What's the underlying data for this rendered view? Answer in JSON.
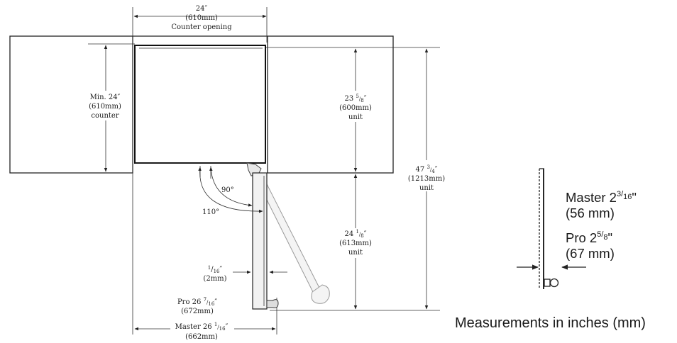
{
  "top_dimension": {
    "value": "24″",
    "metric": "(610mm)",
    "label": "Counter opening"
  },
  "counter_depth": {
    "value": "Min. 24″",
    "metric": "(610mm)",
    "label": "counter"
  },
  "unit_height": {
    "whole": "23",
    "num": "5",
    "den": "8",
    "unit_mark": "″",
    "metric": "(600mm)",
    "label": "unit"
  },
  "door_drop": {
    "whole": "24",
    "num": "1",
    "den": "8",
    "unit_mark": "″",
    "metric": "(613mm)",
    "label": "unit"
  },
  "total_height": {
    "whole": "47",
    "num": "3",
    "den": "4",
    "unit_mark": "″",
    "metric": "(1213mm)",
    "label": "unit"
  },
  "angles": {
    "a90": "90°",
    "a110": "110°"
  },
  "gap": {
    "num": "1",
    "den": "16",
    "unit_mark": "″",
    "metric": "(2mm)"
  },
  "pro_depth": {
    "prefix": "Pro 26",
    "num": "7",
    "den": "16",
    "unit_mark": "″",
    "metric": "(672mm)"
  },
  "master_depth": {
    "prefix": "Master 26",
    "num": "1",
    "den": "16",
    "unit_mark": "″",
    "metric": "(662mm)"
  },
  "handle_detail": {
    "master_label": "Master 2",
    "master_num": "3",
    "master_den": "16",
    "master_unit": "\"",
    "master_metric": "(56 mm)",
    "pro_label": "Pro 2",
    "pro_num": "5",
    "pro_den": "8",
    "pro_unit": "\"",
    "pro_metric": "(67 mm)"
  },
  "footer": "Measurements in inches (mm)"
}
